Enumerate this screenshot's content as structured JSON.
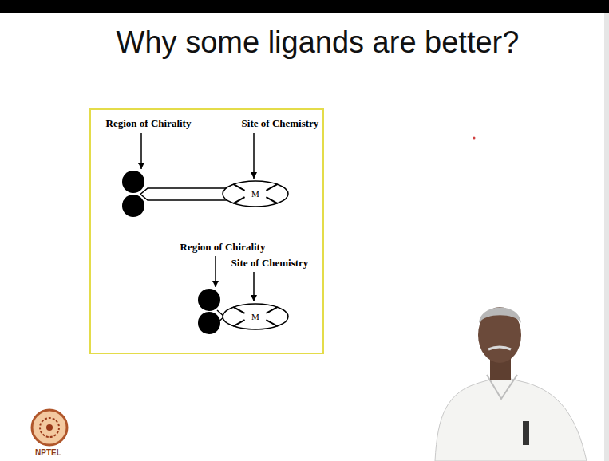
{
  "diagram": {
    "title": "Why some ligands are better?",
    "nodes": [
      {
        "text": [
          "M"
        ]
      },
      {
        "text": [
          "M"
        ]
      }
    ],
    "labels": [
      "Region of Chirality",
      "Site of Chemistry",
      "Region of Chirality",
      "Site of Chemistry",
      "NPTEL"
    ]
  }
}
